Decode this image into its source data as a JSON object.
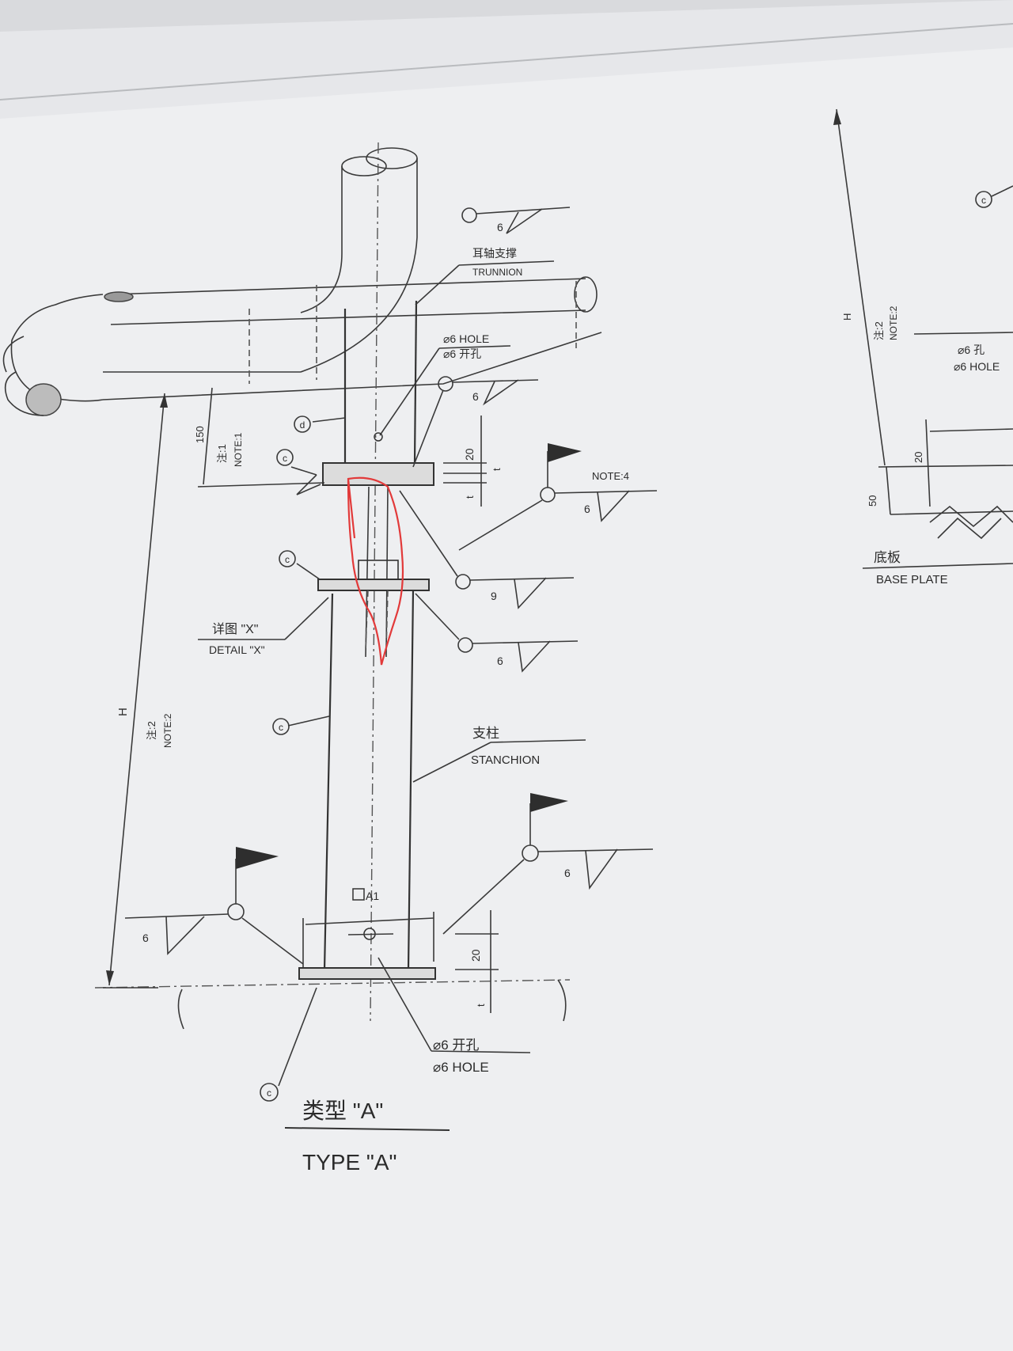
{
  "labels": {
    "trunnion_cn": "耳轴支撑",
    "trunnion_en": "TRUNNION",
    "hole_top_en": "⌀6 HOLE",
    "hole_top_cn": "⌀6 开孔",
    "note1_cn": "注:1",
    "note1_en": "NOTE:1",
    "dim_150": "150",
    "dim_20_top": "20",
    "dim_t_top": "t",
    "dim_t_top2": "t",
    "note4": "NOTE:4",
    "detail_cn": "详图 \"X\"",
    "detail_en": "DETAIL \"X\"",
    "dim_H": "H",
    "note2_cn": "注:2",
    "note2_en": "NOTE:2",
    "stanchion_cn": "支柱",
    "stanchion_en": "STANCHION",
    "a1": "A1",
    "dim_20_bot": "20",
    "dim_t_bot": "t",
    "hole_bot_cn": "⌀6 开孔",
    "hole_bot_en": "⌀6 HOLE",
    "type_cn": "类型 \"A\"",
    "type_en": "TYPE \"A\"",
    "r_dim_H": "H",
    "r_note2_cn": "注:2",
    "r_note2_en": "NOTE:2",
    "r_hole_cn": "⌀6 孔",
    "r_hole_en": "⌀6 HOLE",
    "r_dim_20": "20",
    "r_dim_50": "50",
    "r_base_cn": "底板",
    "r_base_en": "BASE PLATE"
  },
  "welds": {
    "w1": "6",
    "w2": "6",
    "w3": "6",
    "w4": "9",
    "w5": "6",
    "w6": "6",
    "w7": "6"
  },
  "callout_symbol": "c",
  "callout_d": "d",
  "colors": {
    "paper": "#eeeff1",
    "line": "#333333",
    "markup": "#e23a3a"
  }
}
